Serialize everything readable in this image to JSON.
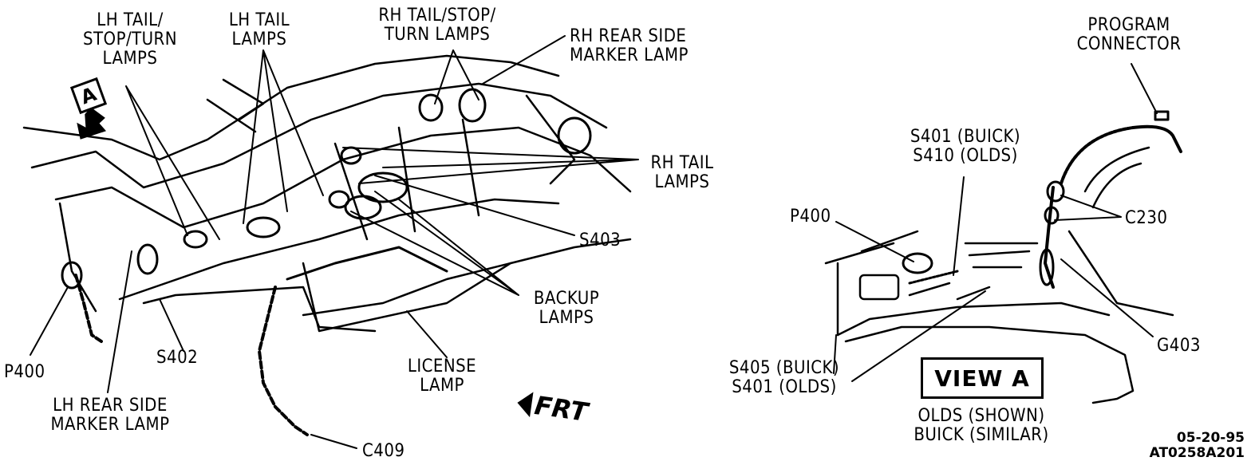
{
  "main_view": {
    "labels": {
      "lh_tail_stop_turn": "LH TAIL/\nSTOP/TURN\nLAMPS",
      "lh_tail": "LH TAIL\nLAMPS",
      "rh_tail_stop_turn": "RH TAIL/STOP/\nTURN LAMPS",
      "rh_rear_side_marker": "RH REAR SIDE\nMARKER LAMP",
      "rh_tail": "RH TAIL\nLAMPS",
      "s403": "S403",
      "backup": "BACKUP\nLAMPS",
      "license": "LICENSE\nLAMP",
      "c409": "C409",
      "s402": "S402",
      "p400": "P400",
      "lh_rear_side_marker": "LH REAR SIDE\nMARKER LAMP"
    },
    "view_marker": "A",
    "front_indicator": "FRT"
  },
  "view_a": {
    "title": "VIEW A",
    "caption": "OLDS (SHOWN)\nBUICK (SIMILAR)",
    "labels": {
      "program_connector": "PROGRAM\nCONNECTOR",
      "s401_s410": "S401 (BUICK)\nS410 (OLDS)",
      "p400": "P400",
      "c230": "C230",
      "g403": "G403",
      "s405_s401": "S405 (BUICK)\nS401 (OLDS)"
    }
  },
  "figure_code": {
    "date": "05-20-95",
    "id": "AT0258A201"
  }
}
